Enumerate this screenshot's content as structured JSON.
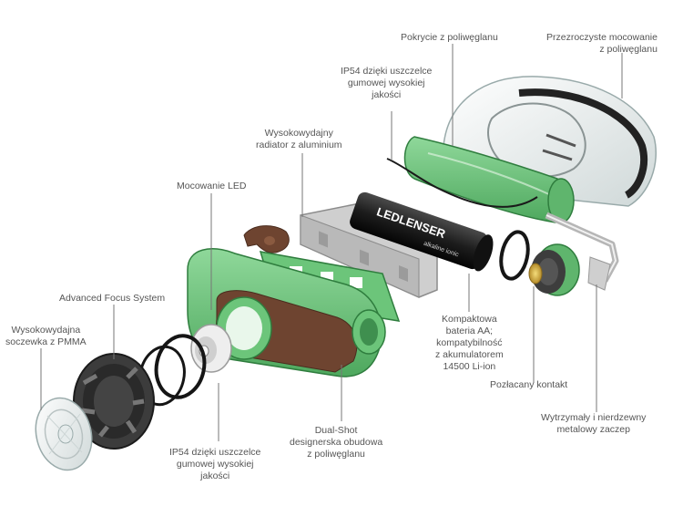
{
  "labels": {
    "polycarbonate_cover": [
      "Pokrycie z poliwęglanu"
    ],
    "transparent_mount": [
      "Przezroczyste mocowanie",
      "z poliwęglanu"
    ],
    "ip54_top": [
      "IP54 dzięki uszczelce",
      "gumowej wysokiej",
      "jakości"
    ],
    "radiator": [
      "Wysokowydajny",
      "radiator z aluminium"
    ],
    "led_mount": [
      "Mocowanie LED"
    ],
    "focus_system": [
      "Advanced Focus System"
    ],
    "lens": [
      "Wysokowydajna",
      "soczewka z PMMA"
    ],
    "battery": [
      "Kompaktowa",
      "bateria AA;",
      "kompatybilność",
      "z akumulatorem",
      "14500 Li-ion"
    ],
    "gold_contact": [
      "Pozłacany kontakt"
    ],
    "steel_clip": [
      "Wytrzymały i nierdzewny",
      "metalowy zaczep"
    ],
    "housing": [
      "Dual-Shot",
      "designerska obudowa",
      "z poliwęglanu"
    ],
    "ip54_bottom": [
      "IP54 dzięki uszczelce",
      "gumowej wysokiej",
      "jakości"
    ]
  },
  "battery_print": "LEDLENSER",
  "battery_subprint": "alkaline ionic",
  "colors": {
    "green": "#6cc57a",
    "green_dark": "#3f8f4f",
    "brown": "#6e4430",
    "grey": "#3c3c3c",
    "leader": "#777777",
    "text": "#555555"
  }
}
